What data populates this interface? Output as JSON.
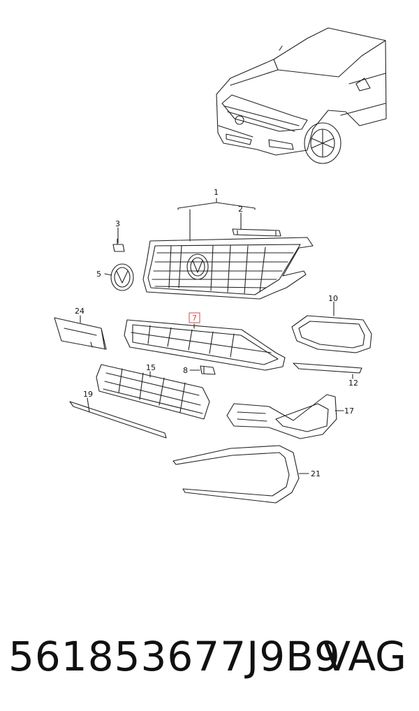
{
  "labels": {
    "l1": "1",
    "l2": "2",
    "l3": "3",
    "l5": "5",
    "l7": "7",
    "l8": "8",
    "l10": "10",
    "l12": "12",
    "l15": "15",
    "l17": "17",
    "l19": "19",
    "l21": "21",
    "l24": "24"
  },
  "highlight_color": "#d24a4a",
  "caption": {
    "part_number": "561853677J9B9",
    "brand": "VAG"
  }
}
